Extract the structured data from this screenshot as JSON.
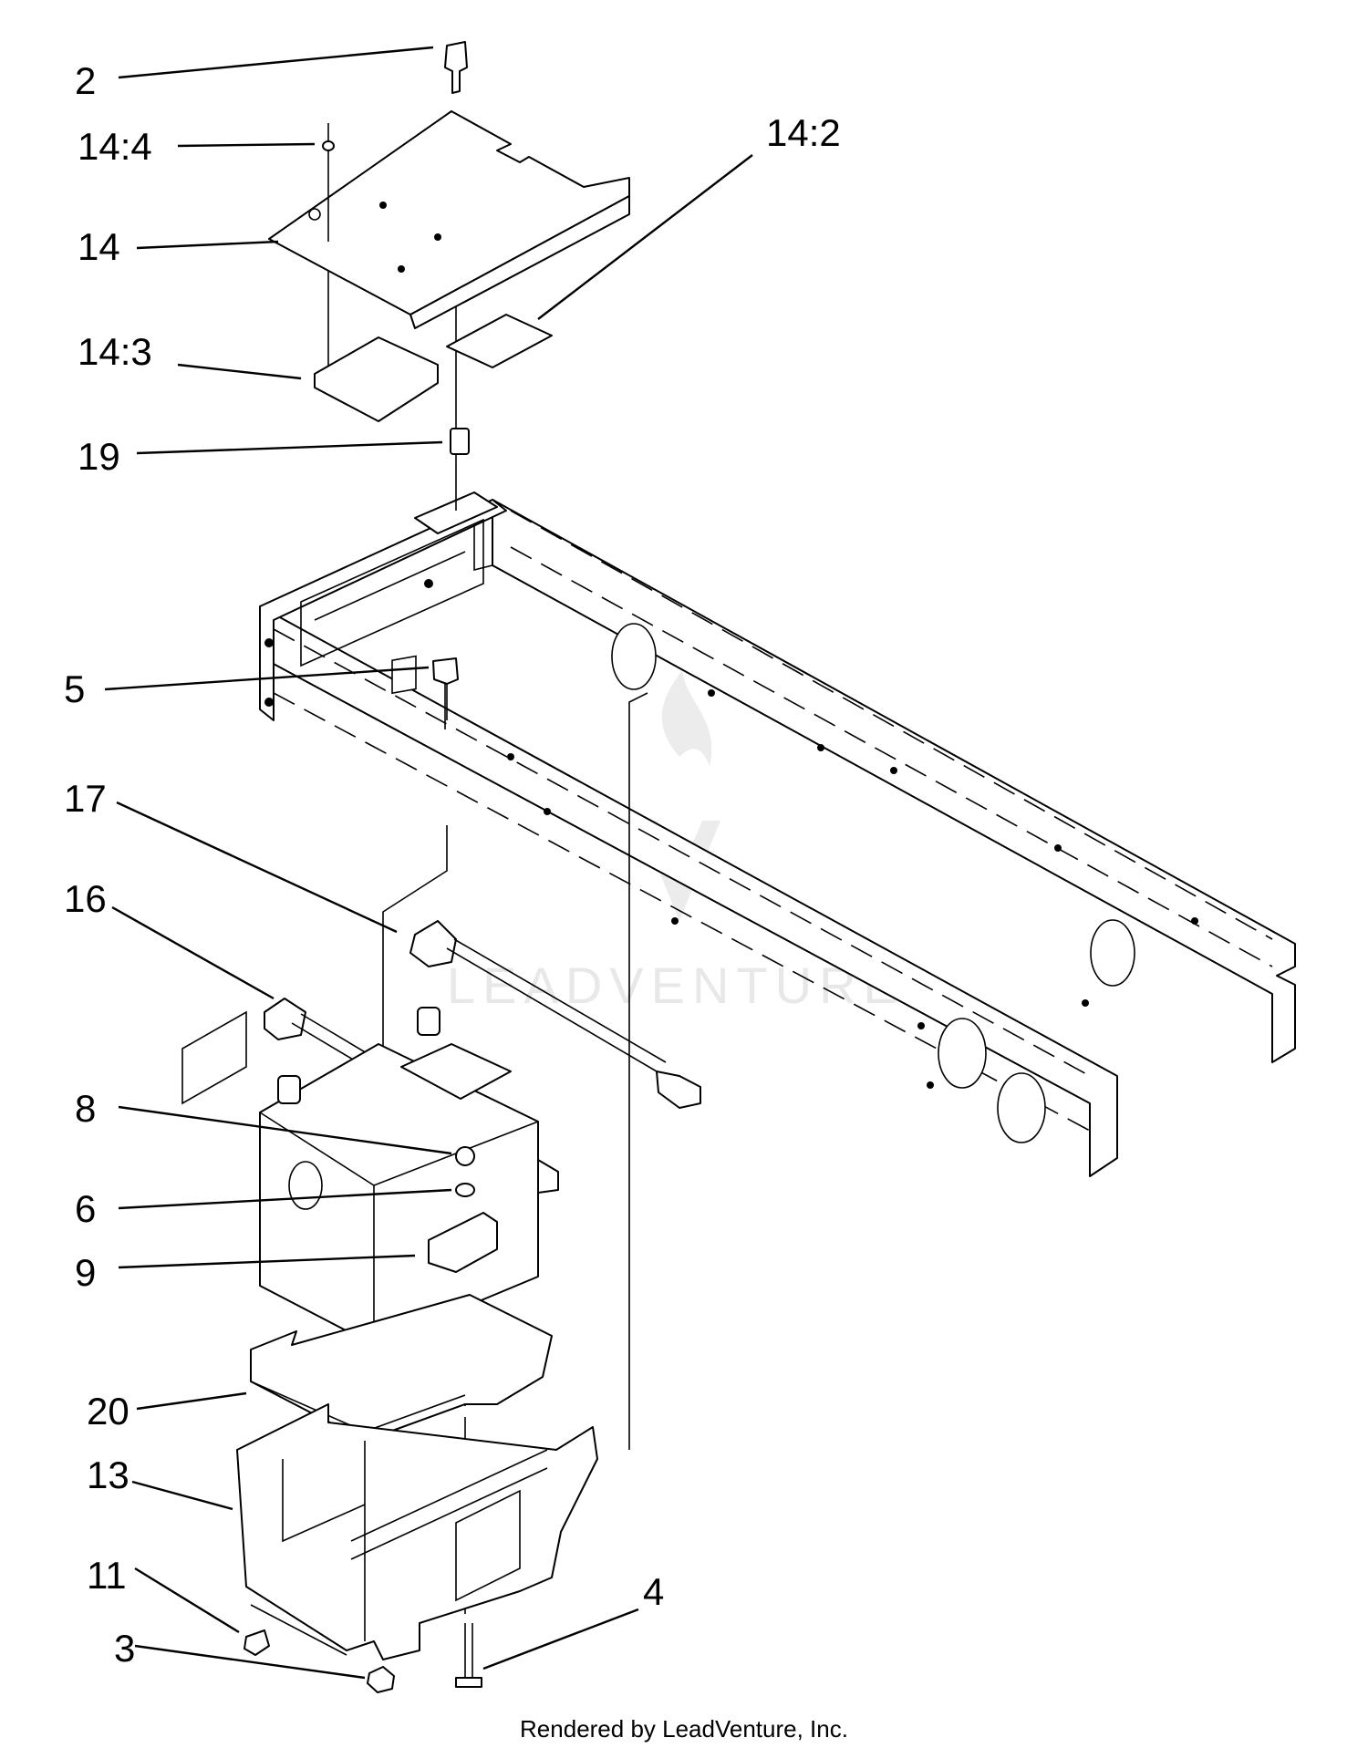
{
  "diagram": {
    "callouts": [
      "2",
      "14:4",
      "14",
      "14:3",
      "19",
      "14:2",
      "5",
      "17",
      "16",
      "8",
      "6",
      "9",
      "20",
      "13",
      "11",
      "3",
      "4"
    ],
    "watermark": "LEADVENTURE",
    "footer": "Rendered by LeadVenture, Inc."
  }
}
